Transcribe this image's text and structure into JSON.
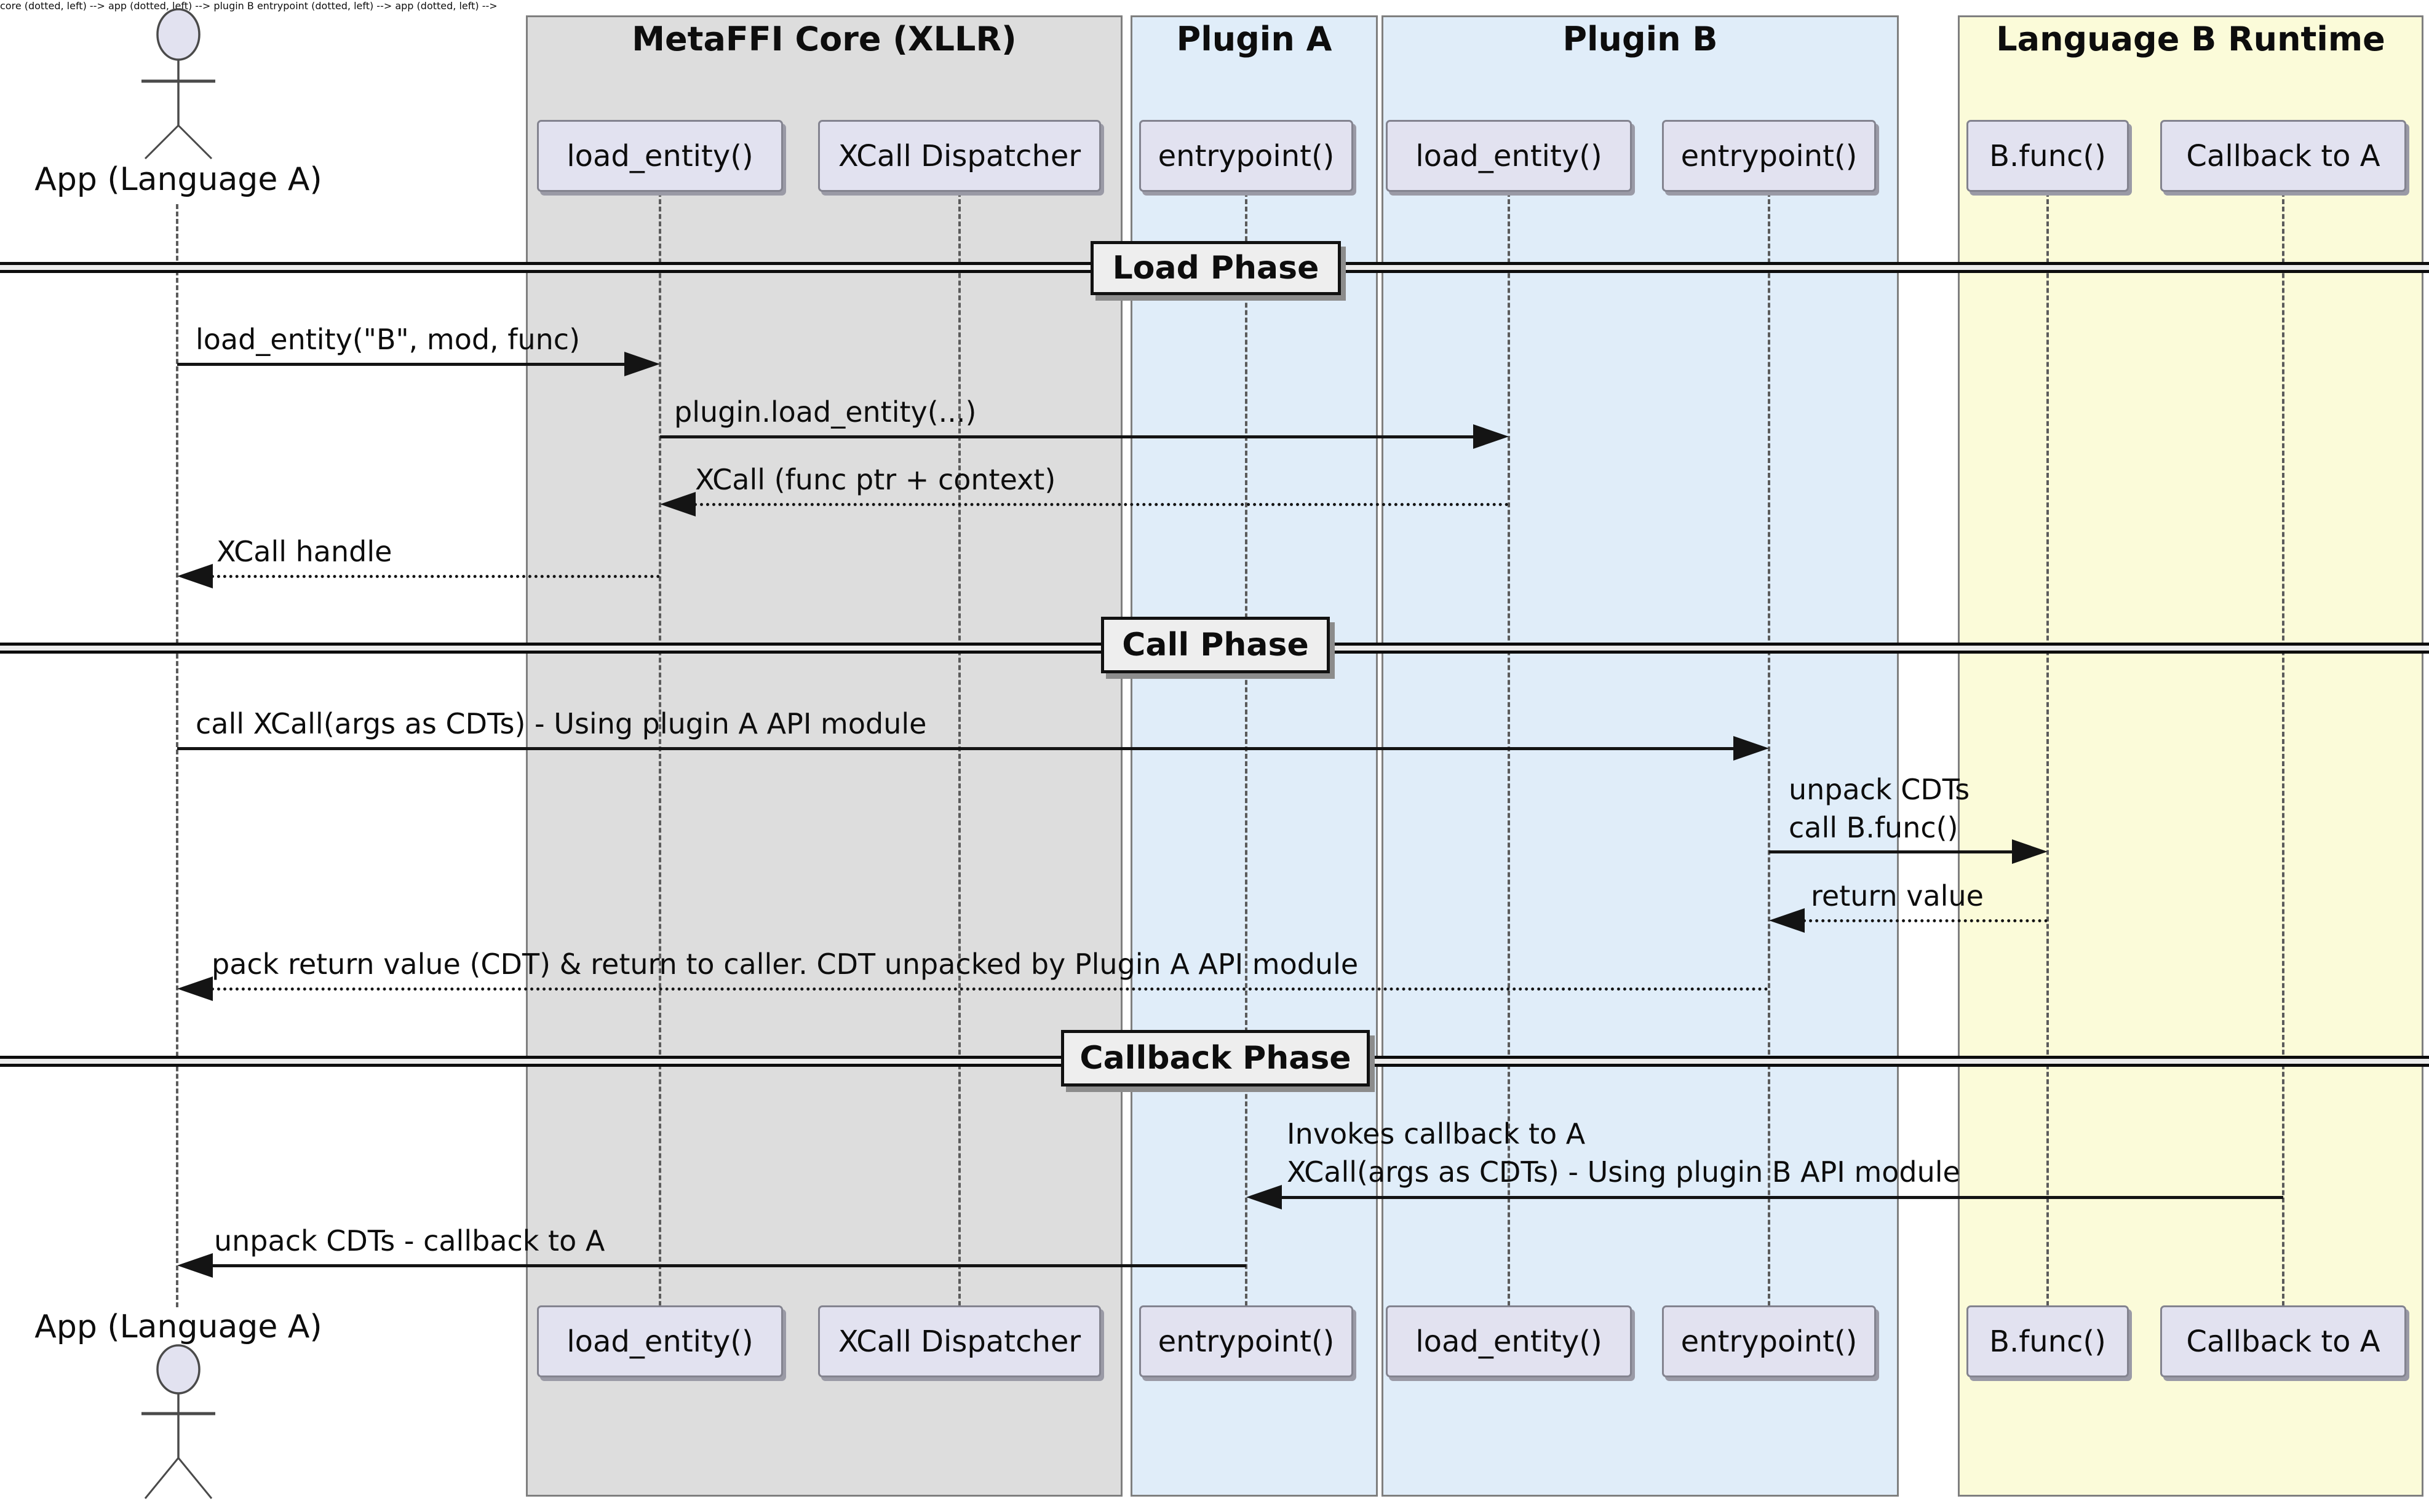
{
  "actor": {
    "label": "App (Language A)"
  },
  "boxes": [
    {
      "title": "MetaFFI Core (XLLR)",
      "fill": "#dddddd",
      "participants": [
        "load_entity()",
        "XCall Dispatcher"
      ]
    },
    {
      "title": "Plugin A",
      "fill": "#e0edf9",
      "participants": [
        "entrypoint()"
      ]
    },
    {
      "title": "Plugin B",
      "fill": "#e0edf9",
      "participants": [
        "load_entity()",
        "entrypoint()"
      ]
    },
    {
      "title": "Language B Runtime",
      "fill": "#fbfbd9",
      "participants": [
        "B.func()",
        "Callback to A"
      ]
    }
  ],
  "phases": [
    {
      "label": "Load Phase"
    },
    {
      "label": "Call Phase"
    },
    {
      "label": "Callback Phase"
    }
  ],
  "messages": [
    {
      "text": "load_entity(\"B\", mod, func)",
      "line": "solid",
      "direction": "right"
    },
    {
      "text": "plugin.load_entity(...)",
      "line": "solid",
      "direction": "right"
    },
    {
      "text": "XCall (func ptr + context)",
      "line": "dotted",
      "direction": "left"
    },
    {
      "text": "XCall handle",
      "line": "dotted",
      "direction": "left"
    },
    {
      "text": "call XCall(args as CDTs) - Using plugin A API module",
      "line": "solid",
      "direction": "right"
    },
    {
      "lines": [
        "unpack CDTs",
        "call B.func()"
      ],
      "line": "solid",
      "direction": "right"
    },
    {
      "text": "return value",
      "line": "dotted",
      "direction": "left"
    },
    {
      "text": "pack return value (CDT) & return to caller. CDT unpacked by Plugin A API module",
      "line": "dotted",
      "direction": "left"
    },
    {
      "lines": [
        "Invokes callback to A",
        "XCall(args as CDTs) - Using plugin B API module"
      ],
      "line": "solid",
      "direction": "left"
    },
    {
      "text": "unpack CDTs - callback to A",
      "line": "solid",
      "direction": "left"
    }
  ],
  "colors": {
    "core_box": "#dddddd",
    "plugin_box": "#e0edf9",
    "runtime_box": "#fbfbd9",
    "participant_fill": "#e2e2f0",
    "divider_fill": "#eeeeee",
    "arrow": "#141414"
  }
}
